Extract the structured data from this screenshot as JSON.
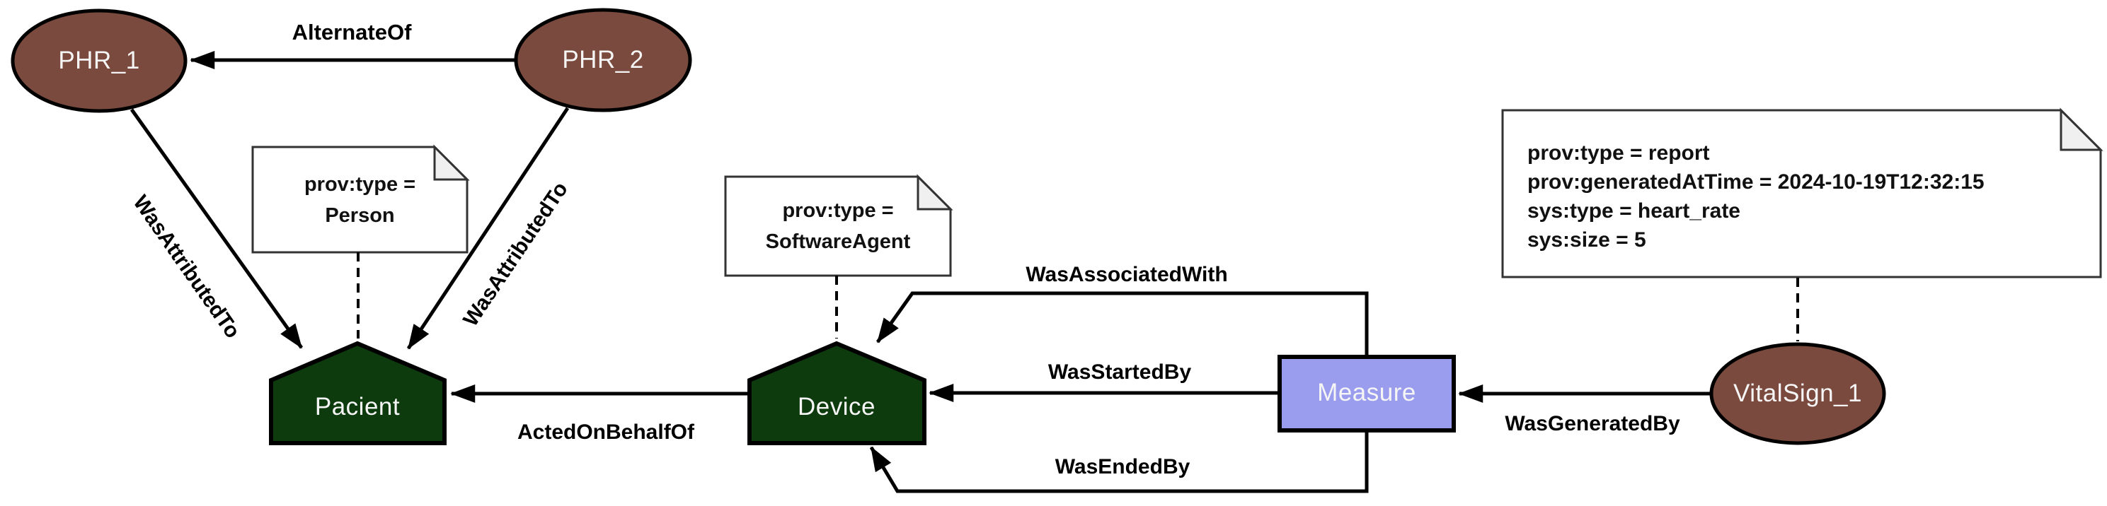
{
  "colors": {
    "background": "#ffffff",
    "entity_fill": "#7b4a3e",
    "agent_fill": "#0d3b0d",
    "activity_fill": "#9a9cee",
    "node_border": "#000000",
    "edge": "#000000",
    "note_fill": "#ffffff",
    "note_border": "#333333",
    "note_fold_fill": "#f0f0f0",
    "node_text": "#f5f5f5",
    "label_text": "#000000"
  },
  "nodes": {
    "phr1": {
      "label": "PHR_1",
      "shape": "ellipse"
    },
    "phr2": {
      "label": "PHR_2",
      "shape": "ellipse"
    },
    "pacient": {
      "label": "Pacient",
      "shape": "pentagon"
    },
    "device": {
      "label": "Device",
      "shape": "pentagon"
    },
    "measure": {
      "label": "Measure",
      "shape": "rectangle"
    },
    "vitalsign1": {
      "label": "VitalSign_1",
      "shape": "ellipse"
    }
  },
  "notes": {
    "person": {
      "lines": [
        "prov:type =",
        "Person"
      ],
      "attached_to": "Pacient"
    },
    "software_agent": {
      "lines": [
        "prov:type =",
        "SoftwareAgent"
      ],
      "attached_to": "Device"
    },
    "vitalsign": {
      "lines": [
        "prov:type = report",
        "prov:generatedAtTime = 2024-10-19T12:32:15",
        "sys:type = heart_rate",
        "sys:size = 5"
      ],
      "attached_to": "VitalSign_1"
    }
  },
  "edges": {
    "alternate_of": {
      "label": "AlternateOf",
      "from": "PHR_2",
      "to": "PHR_1"
    },
    "was_attributed_to_left": {
      "label": "WasAttributedTo",
      "from": "PHR_1",
      "to": "Pacient"
    },
    "was_attributed_to_right": {
      "label": "WasAttributedTo",
      "from": "PHR_2",
      "to": "Pacient"
    },
    "acted_on_behalf_of": {
      "label": "ActedOnBehalfOf",
      "from": "Device",
      "to": "Pacient"
    },
    "was_associated_with": {
      "label": "WasAssociatedWith",
      "from": "Measure",
      "to": "Device"
    },
    "was_started_by": {
      "label": "WasStartedBy",
      "from": "Measure",
      "to": "Device"
    },
    "was_ended_by": {
      "label": "WasEndedBy",
      "from": "Measure",
      "to": "Device"
    },
    "was_generated_by": {
      "label": "WasGeneratedBy",
      "from": "VitalSign_1",
      "to": "Measure"
    }
  }
}
